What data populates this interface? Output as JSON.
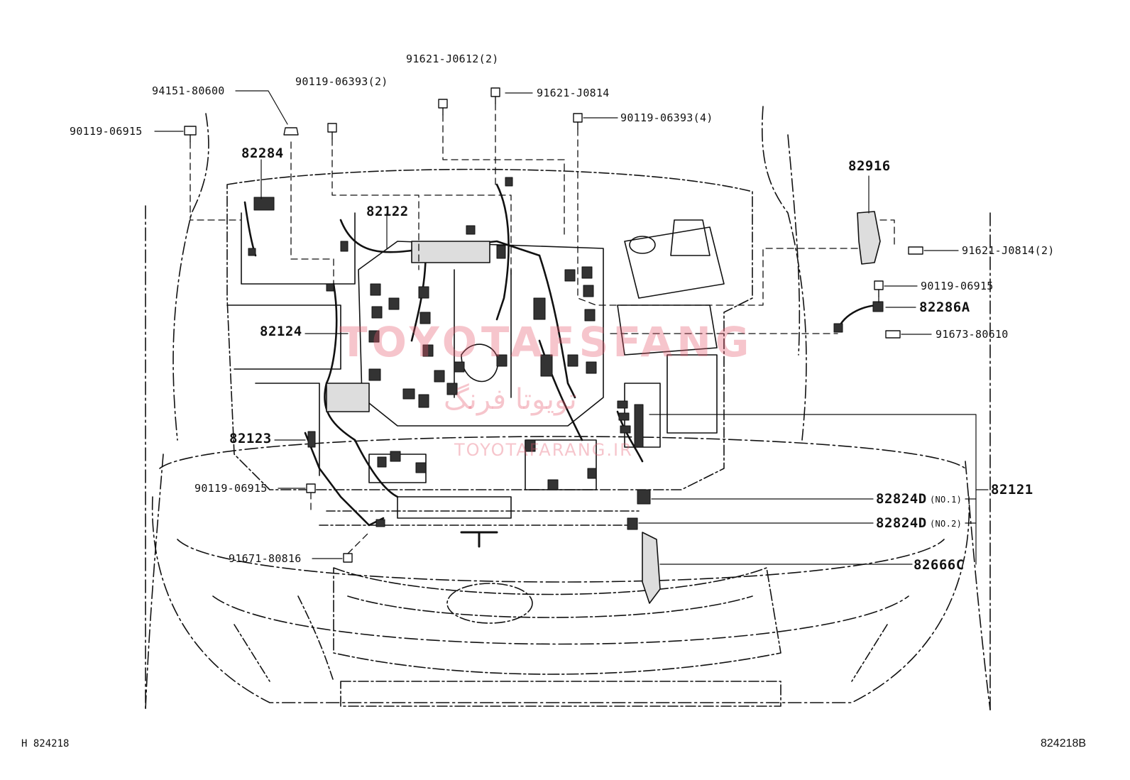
{
  "callouts": {
    "c1": "94151-80600",
    "c2": "90119-06393(2)",
    "c3": "91621-J0612(2)",
    "c4": "91621-J0814",
    "c5": "90119-06393(4)",
    "c6": "90119-06915",
    "c7": "82284",
    "c8": "82122",
    "c9": "82124",
    "c10": "82123",
    "c11": "90119-06915",
    "c12": "91671-80816",
    "c13": "82916",
    "c14": "91621-J0814(2)",
    "c15": "90119-06915",
    "c16": "82286A",
    "c17": "91673-80610",
    "c18": "82121",
    "c19": "82824D",
    "c19n": "(NO.1)",
    "c20": "82824D",
    "c20n": "(NO.2)",
    "c21": "82666C"
  },
  "footer": {
    "left": "H  824218",
    "right": "824218B"
  },
  "watermark": {
    "main": "TOYOTAFSFANG",
    "persian": "تویوتا فرنگ",
    "url": "TOYOTAFARANG.IR"
  }
}
